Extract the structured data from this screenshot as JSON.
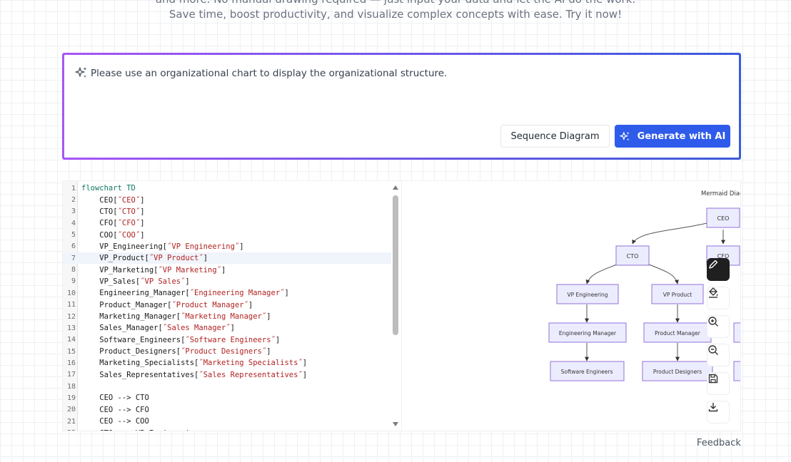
{
  "intro": {
    "line1": "and more. No manual drawing required — just input your data and let the AI do the work.",
    "line2": "Save time, boost productivity, and visualize complex concepts with ease. Try it now!"
  },
  "prompt": {
    "text": "Please use an organizational chart to display the organizational structure.",
    "secondary_button": "Sequence Diagram",
    "primary_button": "Generate with AI",
    "gradient_start": "#a855f7",
    "gradient_end": "#3b5bdb",
    "primary_color": "#2f5bea"
  },
  "editor": {
    "active_line": 7,
    "lines": [
      "flowchart TD",
      "    CEO[\"CEO\"]",
      "    CTO[\"CTO\"]",
      "    CFO[\"CFO\"]",
      "    COO[\"COO\"]",
      "    VP_Engineering[\"VP Engineering\"]",
      "    VP_Product[\"VP Product\"]",
      "    VP_Marketing[\"VP Marketing\"]",
      "    VP_Sales[\"VP Sales\"]",
      "    Engineering_Manager[\"Engineering Manager\"]",
      "    Product_Manager[\"Product Manager\"]",
      "    Marketing_Manager[\"Marketing Manager\"]",
      "    Sales_Manager[\"Sales Manager\"]",
      "    Software_Engineers[\"Software Engineers\"]",
      "    Product_Designers[\"Product Designers\"]",
      "    Marketing_Specialists[\"Marketing Specialists\"]",
      "    Sales_Representatives[\"Sales Representatives\"]",
      "",
      "    CEO --> CTO",
      "    CEO --> CFO",
      "    CEO --> COO",
      "    CTO --> VP_Engineering"
    ]
  },
  "preview": {
    "title": "Mermaid Diag",
    "nodes": {
      "ceo": "CEO",
      "cfo": "CFO",
      "cto": "CTO",
      "vp_engineering": "VP Engineering",
      "vp_product": "VP Product",
      "engineering_manager": "Engineering Manager",
      "product_manager": "Product Manager",
      "software_engineers": "Software Engineers",
      "product_designers": "Product Designers"
    },
    "node_fill": "#ececff",
    "node_stroke": "#9370db"
  },
  "toolbar": {
    "tools": [
      "pencil-icon",
      "paint-bucket-icon",
      "zoom-in-icon",
      "zoom-out-icon",
      "save-icon",
      "download-icon"
    ]
  },
  "footer": {
    "feedback": "Feedback"
  }
}
